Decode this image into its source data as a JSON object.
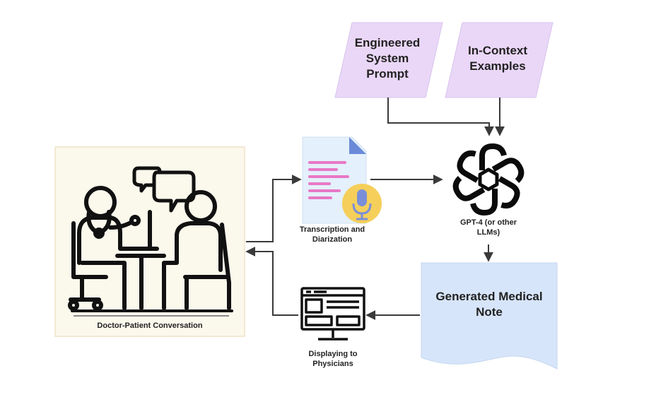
{
  "nodes": {
    "system_prompt": {
      "label": "Engineered\nSystem\nPrompt"
    },
    "in_context": {
      "label": "In-Context\nExamples"
    },
    "conversation": {
      "label": "Doctor-Patient Conversation"
    },
    "transcription": {
      "label": "Transcription and\nDiarization"
    },
    "llm": {
      "label": "GPT-4 (or other\nLLMs)"
    },
    "note": {
      "label": "Generated Medical\nNote"
    },
    "display": {
      "label": "Displaying to\nPhysicians"
    }
  },
  "colors": {
    "parallelogram_fill": "#ead7f7",
    "conversation_fill": "#fbf8ec",
    "note_fill": "#d7e5fa",
    "arrow": "#3a3a3a",
    "mic_badge": "#f5cf5a",
    "doc_lines": "#e878c6"
  },
  "icons": [
    "doctor-patient-icon",
    "transcript-document-icon",
    "microphone-icon",
    "openai-logo-icon",
    "monitor-icon"
  ]
}
